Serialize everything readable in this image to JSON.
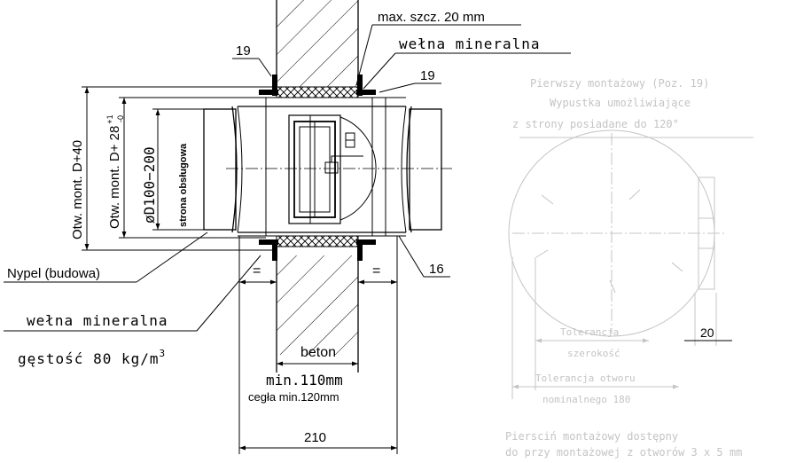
{
  "labels": {
    "max_gap": "max. szcz. 20 mm",
    "mineral_wool_top": "wełna mineralna",
    "mineral_wool_bottom": "wełna mineralna",
    "density": "gęstość 80 kg/m",
    "density_exp": "3",
    "nipple": "Nypel (budowa)",
    "concrete": "beton",
    "min_concrete": "min.110mm",
    "min_brick": "cegła min.120mm",
    "service_side": "strona obsługowa",
    "diameter": "øD100−200",
    "opening_outer": "Otw. mont. D+40",
    "opening_inner": "Otw. mont. D+ 28",
    "tolerance_plus": "+1",
    "tolerance_minus": "-0",
    "equal_left": "=",
    "equal_right": "=",
    "dim_total": "210",
    "dim_20": "20",
    "pos_19_left": "19",
    "pos_19_right": "19",
    "pos_16": "16"
  },
  "faint_notes": {
    "top_line1": "Pierwszy montażowy (Poz. 19)",
    "top_line2": "Wypustka umożliwiające",
    "top_line3": "z strony posiadane do 120°",
    "mid_line1": "Tolerancja",
    "mid_line2": "szerokość",
    "low_line1": "Tolerancja otworu",
    "low_line2": "nominalnego 180",
    "bottom_line1": "Piersciń montażowy dostępny",
    "bottom_line2": "do przy montażowej z otworów 3 x 5 mm"
  },
  "colors": {
    "line": "#000000",
    "faint": "#c4c4c4"
  }
}
